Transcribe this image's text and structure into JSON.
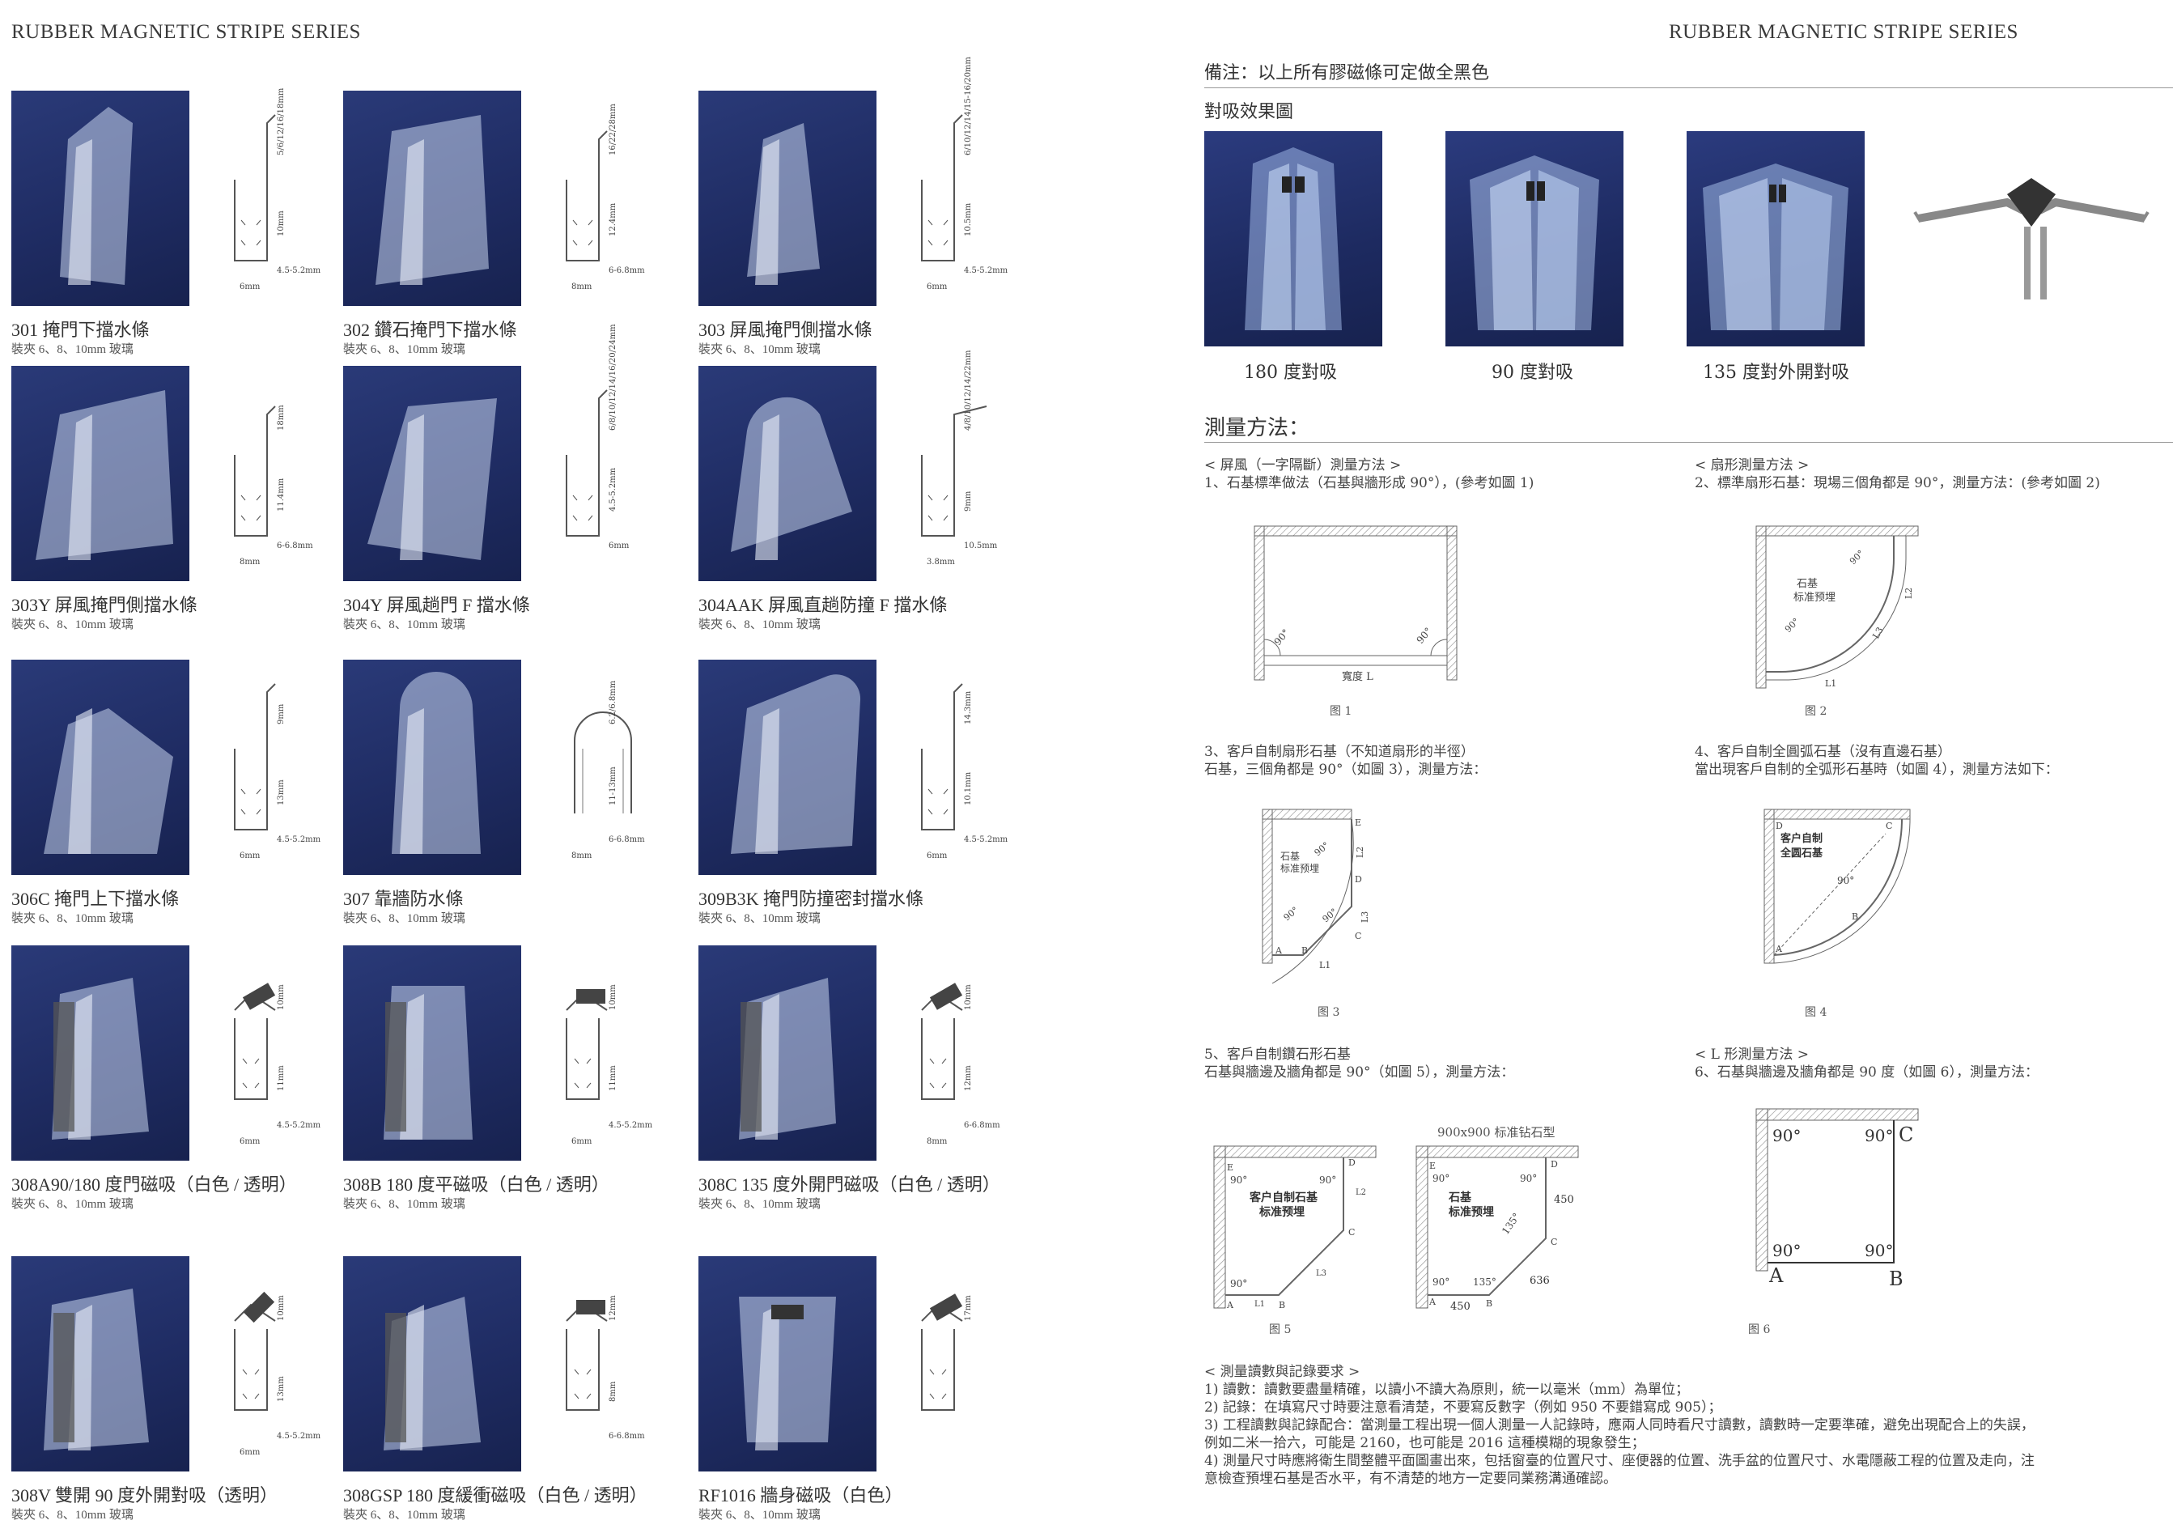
{
  "left_page": {
    "title": "RUBBER MAGNETIC STRIPE SERIES",
    "products": [
      {
        "name": "301 掩門下擋水條",
        "sub": "裝夾 6、8、10mm 玻璃",
        "dims": [
          "5/6/12/16/18mm",
          "10mm",
          "4.5-5.2mm",
          "6mm"
        ]
      },
      {
        "name": "302 鑽石掩門下擋水條",
        "sub": "裝夾 6、8、10mm 玻璃",
        "dims": [
          "16/22/28mm",
          "12.4mm",
          "6-6.8mm",
          "8mm"
        ]
      },
      {
        "name": "303 屏風掩門側擋水條",
        "sub": "裝夾 6、8、10mm 玻璃",
        "dims": [
          "6/10/12/14/15-16/20mm",
          "10.5mm",
          "4.5-5.2mm",
          "6mm"
        ]
      },
      {
        "name": "303Y 屏風掩門側擋水條",
        "sub": "裝夾 6、8、10mm 玻璃",
        "dims": [
          "18mm",
          "11.4mm",
          "6-6.8mm",
          "8mm"
        ]
      },
      {
        "name": "304Y 屏風趟門 F 擋水條",
        "sub": "裝夾 6、8、10mm 玻璃",
        "dims": [
          "6/8/10/12/14/16/20/24mm",
          "4.5-5.2mm",
          "6mm"
        ]
      },
      {
        "name": "304AAK 屏風直趟防撞 F 擋水條",
        "sub": "裝夾 6、8、10mm 玻璃",
        "dims": [
          "4/8/10/12/14/22mm",
          "9mm",
          "10.5mm",
          "3.8mm"
        ]
      },
      {
        "name": "306C 掩門上下擋水條",
        "sub": "裝夾 6、8、10mm 玻璃",
        "dims": [
          "9mm",
          "13mm",
          "4.5-5.2mm",
          "6mm"
        ]
      },
      {
        "name": "307 靠牆防水條",
        "sub": "裝夾 6、8、10mm 玻璃",
        "dims": [
          "6.2/6.8mm",
          "11-13mm",
          "6-6.8mm",
          "8mm"
        ]
      },
      {
        "name": "309B3K 掩門防撞密封擋水條",
        "sub": "裝夾 6、8、10mm 玻璃",
        "dims": [
          "14.3mm",
          "10.1mm",
          "4.5-5.2mm",
          "6mm"
        ]
      },
      {
        "name": "308A90/180 度門磁吸（白色 / 透明）",
        "sub": "裝夾 6、8、10mm 玻璃",
        "dims": [
          "10mm",
          "11mm",
          "4.5-5.2mm",
          "6mm"
        ]
      },
      {
        "name": "308B 180 度平磁吸（白色 / 透明）",
        "sub": "裝夾 6、8、10mm 玻璃",
        "dims": [
          "10mm",
          "11mm",
          "4.5-5.2mm",
          "6mm"
        ]
      },
      {
        "name": "308C 135 度外開門磁吸（白色 / 透明）",
        "sub": "裝夾 6、8、10mm 玻璃",
        "dims": [
          "10mm",
          "12mm",
          "6-6.8mm",
          "8mm"
        ]
      },
      {
        "name": "308V 雙開 90 度外開對吸（透明）",
        "sub": "裝夾 6、8、10mm 玻璃",
        "dims": [
          "10mm",
          "13mm",
          "4.5-5.2mm",
          "6mm"
        ]
      },
      {
        "name": "308GSP 180 度緩衝磁吸（白色 / 透明）",
        "sub": "裝夾 6、8、10mm 玻璃",
        "dims": [
          "12mm",
          "8mm",
          "6-6.8mm"
        ]
      },
      {
        "name": "RF1016 牆身磁吸（白色）",
        "sub": "裝夾 6、8、10mm 玻璃",
        "dims": [
          "17mm"
        ]
      }
    ]
  },
  "right_page": {
    "title": "RUBBER MAGNETIC STRIPE SERIES",
    "note": "備注：以上所有膠磁條可定做全黑色",
    "effect_title": "對吸效果圖",
    "effects": [
      {
        "caption": "180 度對吸"
      },
      {
        "caption": "90 度對吸"
      },
      {
        "caption": "135 度對外開對吸"
      }
    ],
    "method_title": "測量方法：",
    "methods": [
      {
        "head1": "< 屏風（一字隔斷）測量方法 >",
        "head2": "1、石基標準做法（石基與牆形成 90°），(參考如圖 1)",
        "fig": "图 1",
        "labels": [
          "90°",
          "90°",
          "寬度 L"
        ]
      },
      {
        "head1": "< 扇形測量方法 >",
        "head2": "2、標準扇形石基：現場三個角都是 90°，測量方法：(參考如圖 2)",
        "fig": "图 2",
        "labels": [
          "90°",
          "90°",
          "石基",
          "标准预埋",
          "L1",
          "L2",
          "L3"
        ]
      },
      {
        "head1": "3、客戶自制扇形石基（不知道扇形的半徑）",
        "head2": "石基，三個角都是 90°（如圖 3），測量方法：",
        "fig": "图 3",
        "labels": [
          "石基",
          "标准预埋",
          "90°",
          "90°",
          "90°",
          "A",
          "B",
          "C",
          "D",
          "E",
          "L1",
          "L2",
          "L3"
        ]
      },
      {
        "head1": "4、客戶自制全圓弧石基（沒有直邊石基）",
        "head2": "當出現客戶自制的全弧形石基時（如圖 4），測量方法如下：",
        "fig": "图 4",
        "labels": [
          "客户自制",
          "全圆石基",
          "90°",
          "A",
          "B",
          "C",
          "D"
        ]
      },
      {
        "head1": "5、客戶自制鑽石形石基",
        "head2": "石基與牆邊及牆角都是 90°（如圖 5），測量方法：",
        "fig": "图 5",
        "labels": [
          "客户自制石基",
          "标准预埋",
          "90°",
          "90°",
          "90°",
          "A",
          "B",
          "C",
          "D",
          "E",
          "L1",
          "L2",
          "L3"
        ]
      },
      {
        "head1": "< L 形測量方法 >",
        "head2": "6、石基與牆邊及牆角都是 90 度（如圖 6），測量方法：",
        "fig": "图 6",
        "labels": [
          "90°",
          "90°",
          "90°",
          "90°",
          "A",
          "B",
          "C"
        ]
      }
    ],
    "diamond_title": "900x900 标准钻石型",
    "diamond_labels": [
      "石基",
      "标准预埋",
      "90°",
      "90°",
      "90°",
      "135°",
      "135°",
      "450",
      "450",
      "636",
      "A",
      "B",
      "C",
      "D",
      "E"
    ],
    "notes": [
      "< 測量讀數與記錄要求 >",
      "1) 讀數：讀數要盡量精確，以讀小不讀大為原則，統一以毫米（mm）為單位；",
      "2) 記錄：在填寫尺寸時要注意看清楚，不要寫反數字（例如 950 不要錯寫成 905）；",
      "3) 工程讀數與記錄配合：當測量工程出現一個人測量一人記錄時，應兩人同時看尺寸讀數，讀數時一定要準確，避免出現配合上的失誤，",
      "例如二米一拾六，可能是 2160，也可能是 2016 這種模糊的現象發生；",
      "4) 測量尺寸時應將衛生間整體平面圖畫出來，包括窗臺的位置尺寸、座便器的位置、洗手盆的位置尺寸、水電隱蔽工程的位置及走向，注",
      "意檢查預埋石基是否水平，有不清楚的地方一定要同業務溝通確認。"
    ]
  }
}
